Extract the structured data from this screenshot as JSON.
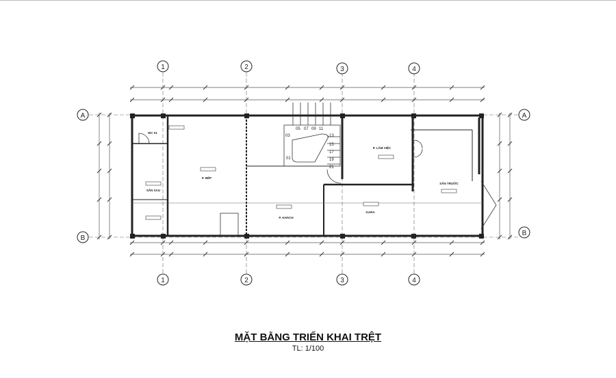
{
  "title": "MẶT BẰNG TRIỂN KHAI TRỆT",
  "scale": "TL: 1/100",
  "axes": {
    "columns": [
      "1",
      "2",
      "3",
      "4"
    ],
    "rows": [
      "A",
      "B"
    ]
  },
  "rooms": {
    "wc": "WC 01",
    "kitchen": "P. BẾP",
    "backyard": "SÂN SAU",
    "living": "P. KHÁCH",
    "office": "P. LÀM VIỆC",
    "garage": "GARA",
    "frontyard": "SÂN TRƯỚC"
  },
  "stair_steps": [
    "03",
    "05",
    "07",
    "09",
    "11",
    "13",
    "15",
    "17",
    "19",
    "21",
    "01"
  ]
}
